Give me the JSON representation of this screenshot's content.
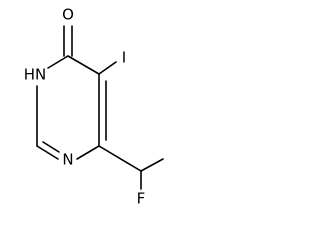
{
  "structure": {
    "atoms": {
      "O": "O",
      "HN": "HN",
      "N": "N",
      "I": "I",
      "F": "F"
    }
  }
}
